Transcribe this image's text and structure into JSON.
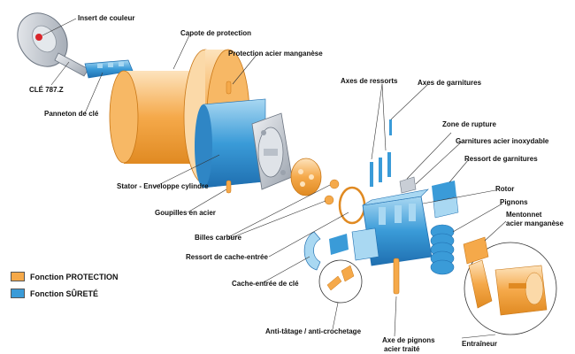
{
  "labels": {
    "insert_couleur": "Insert de couleur",
    "cle": "CLÉ 787.Z",
    "panneton": "Panneton de clé",
    "capote": "Capote de protection",
    "protection_acier": "Protection acier manganèse",
    "axes_ressorts": "Axes de ressorts",
    "axes_garnitures": "Axes de garnitures",
    "zone_rupture": "Zone de rupture",
    "garnitures_inox": "Garnitures acier inoxydable",
    "ressort_garnitures": "Ressort de garnitures",
    "rotor": "Rotor",
    "pignons": "Pignons",
    "mentonnet_l1": "Mentonnet",
    "mentonnet_l2": "acier manganèse",
    "stator": "Stator - Enveloppe cylindre",
    "goupilles": "Goupilles en acier",
    "billes": "Billes carbure",
    "ressort_cache": "Ressort de cache-entrée",
    "cache_entree": "Cache-entrée de clé",
    "anti_tatage": "Anti-tâtage / anti-crochetage",
    "axe_pignons_l1": "Axe de pignons",
    "axe_pignons_l2": "acier traité",
    "entraineur": "Entraîneur"
  },
  "legend": [
    {
      "label": "Fonction PROTECTION",
      "color": "#f5a94a"
    },
    {
      "label": "Fonction SÛRETÉ",
      "color": "#3a9bd8"
    }
  ],
  "colors": {
    "orange": "#f5a94a",
    "orange_light": "#fbd9a8",
    "blue": "#3a9bd8",
    "blue_light": "#a9d8f2",
    "grey": "#c9ced6",
    "red": "#d9262b"
  }
}
